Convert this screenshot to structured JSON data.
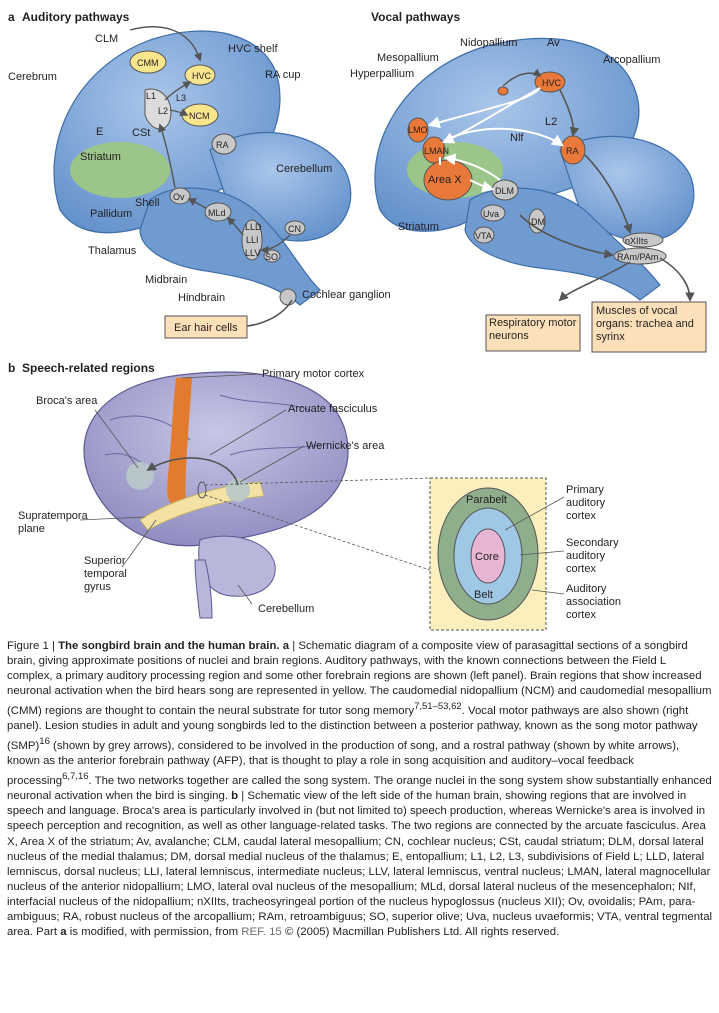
{
  "panels": {
    "a": {
      "letter": "a",
      "left_title": "Auditory pathways",
      "right_title": "Vocal pathways",
      "auditory_labels": [
        "CLM",
        "CMM",
        "HVC shelf",
        "HVC",
        "Cerebrum",
        "L1",
        "L3",
        "L2",
        "NCM",
        "RA cup",
        "E",
        "CSt",
        "Striatum",
        "RA",
        "Cerebellum",
        "Shell",
        "Ov",
        "MLd",
        "Pallidum",
        "LLD",
        "LLI",
        "LLV",
        "CN",
        "SO",
        "Thalamus",
        "Midbrain",
        "Hindbrain",
        "Cochlear ganglion",
        "Ear hair cells"
      ],
      "vocal_labels": [
        "Nidopallium",
        "Av",
        "Mesopallium",
        "Arcopallium",
        "Hyperpallium",
        "HVC",
        "LMO",
        "Nlf",
        "L2",
        "LMAN",
        "RA",
        "Area X",
        "DLM",
        "Uva",
        "DM",
        "Striatum",
        "VTA",
        "nXIIts",
        "RAm/PAm",
        "Respiratory motor neurons",
        "Muscles of vocal organs: trachea and syrinx"
      ]
    },
    "b": {
      "letter": "b",
      "title": "Speech-related regions",
      "labels": [
        "Primary motor cortex",
        "Broca's area",
        "Arcuate fasciculus",
        "Wernicke's area",
        "Supratemporal plane",
        "Superior temporal gyrus",
        "Cerebellum"
      ],
      "inset_labels": [
        "Parabelt",
        "Core",
        "Belt",
        "Primary auditory cortex",
        "Secondary auditory cortex",
        "Auditory association cortex"
      ]
    }
  },
  "caption": {
    "fig_label": "Figure 1 | ",
    "title": "The songbird brain and the human brain.",
    "a_letter": "a",
    "part1": " | Schematic diagram of a composite view of parasagittal sections of a songbird brain, giving approximate positions of nuclei and brain regions. Auditory pathways, with the known connections between the Field L complex, a primary auditory processing region and some other forebrain regions are shown (left panel). Brain regions that show increased neuronal activation when the bird hears song are represented in yellow. The caudomedial nidopallium (NCM) and caudomedial mesopallium (CMM) regions are thought to contain the neural substrate for tutor song memory",
    "ref1": "7,51–53,62",
    "part2": ". Vocal motor pathways are also shown (right panel). Lesion studies in adult and young songbirds led to the distinction between a posterior pathway, known as the song motor pathway (SMP)",
    "ref2": "16",
    "part3": " (shown by grey arrows), considered to be involved in the production of song, and a rostral pathway (shown by white arrows), known as the anterior forebrain pathway (AFP), that is thought to play a role in song acquisition and auditory–vocal feedback processing",
    "ref3": "6,7,16",
    "part4": ". The two networks together are called the song system. The orange nuclei in the song system show substantially enhanced neuronal activation when the bird is singing. ",
    "b_letter": "b",
    "part5": " | Schematic view of the left side of the human brain, showing regions that are involved in speech and language. Broca's area is particularly involved in (but not limited to) speech production, whereas Wernicke's area is involved in speech perception and recognition, as well as other language-related tasks. The two regions are connected by the arcuate fasciculus. Area X, Area X of the striatum; Av, avalanche; CLM, caudal lateral mesopallium; CN, cochlear nucleus; CSt, caudal striatum; DLM, dorsal lateral nucleus of the medial thalamus; DM, dorsal medial nucleus of the thalamus; E, entopallium; L1, L2, L3, subdivisions of Field L; LLD, lateral lemniscus, dorsal nucleus; LLI, lateral lemniscus, intermediate nucleus; LLV, lateral lemniscus, ventral nucleus; LMAN, lateral magnocellular nucleus of the anterior nidopallium; LMO, lateral oval nucleus of the mesopallium; MLd, dorsal lateral nucleus of the mesencephalon; NIf, interfacial nucleus of the nidopallium; nXIIts, tracheosyringeal portion of the nucleus hypoglossus (nucleus XII); Ov, ovoidalis; PAm, para-ambiguus; RA, robust nucleus of the arcopallium; RAm, retroambiguus; SO, superior olive; Uva, nucleus uvaeformis; VTA, ventral tegmental area. Part ",
    "a_letter2": "a",
    "part6": " is modified, with permission, from ",
    "ref_text": "REF. 15",
    "part7": " © (2005) Macmillan Publishers Ltd. All rights reserved."
  },
  "colors": {
    "brain_blue": "#7fa8d8",
    "brain_blue_dark": "#4f7fba",
    "striatum_green": "#9cc58a",
    "nucleus_yellow": "#f8e58c",
    "nucleus_orange": "#e8793a",
    "nucleus_grey": "#c7c8ca",
    "human_brain": "#a9a7d2",
    "motor_cortex": "#e27b2e",
    "box_fill": "#fbe0b9"
  }
}
